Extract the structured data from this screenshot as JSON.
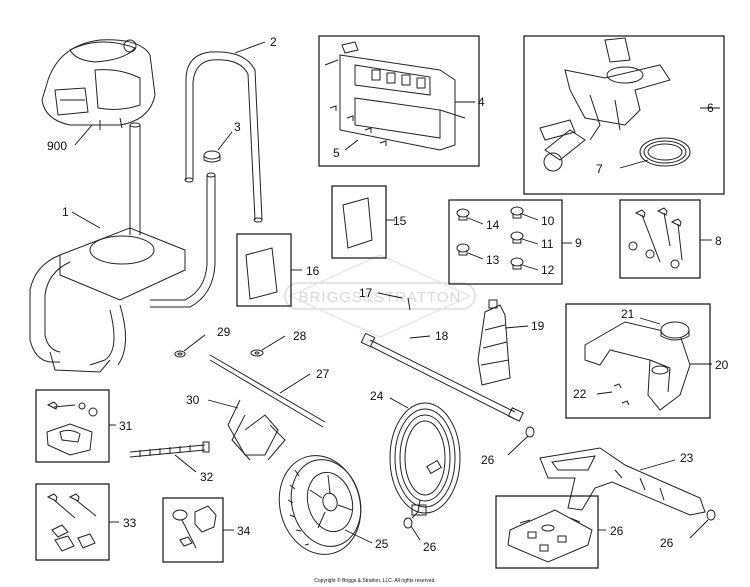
{
  "watermark": "BRIGGS&STRATTON",
  "copyright": "Copyright © Briggs & Stratton, LLC. All rights reserved.",
  "callouts": {
    "c900": "900",
    "c1": "1",
    "c2": "2",
    "c3": "3",
    "c4": "4",
    "c5": "5",
    "c6": "6",
    "c7": "7",
    "c8": "8",
    "c9": "9",
    "c10": "10",
    "c11": "11",
    "c12": "12",
    "c13": "13",
    "c14": "14",
    "c15": "15",
    "c16": "16",
    "c17": "17",
    "c18": "18",
    "c19": "19",
    "c20": "20",
    "c21": "21",
    "c22": "22",
    "c23": "23",
    "c24": "24",
    "c25": "25",
    "c26a": "26",
    "c26b": "26",
    "c26c": "26",
    "c26d": "26",
    "c27": "27",
    "c28": "28",
    "c29": "29",
    "c30": "30",
    "c31": "31",
    "c32": "32",
    "c33": "33",
    "c34": "34"
  }
}
